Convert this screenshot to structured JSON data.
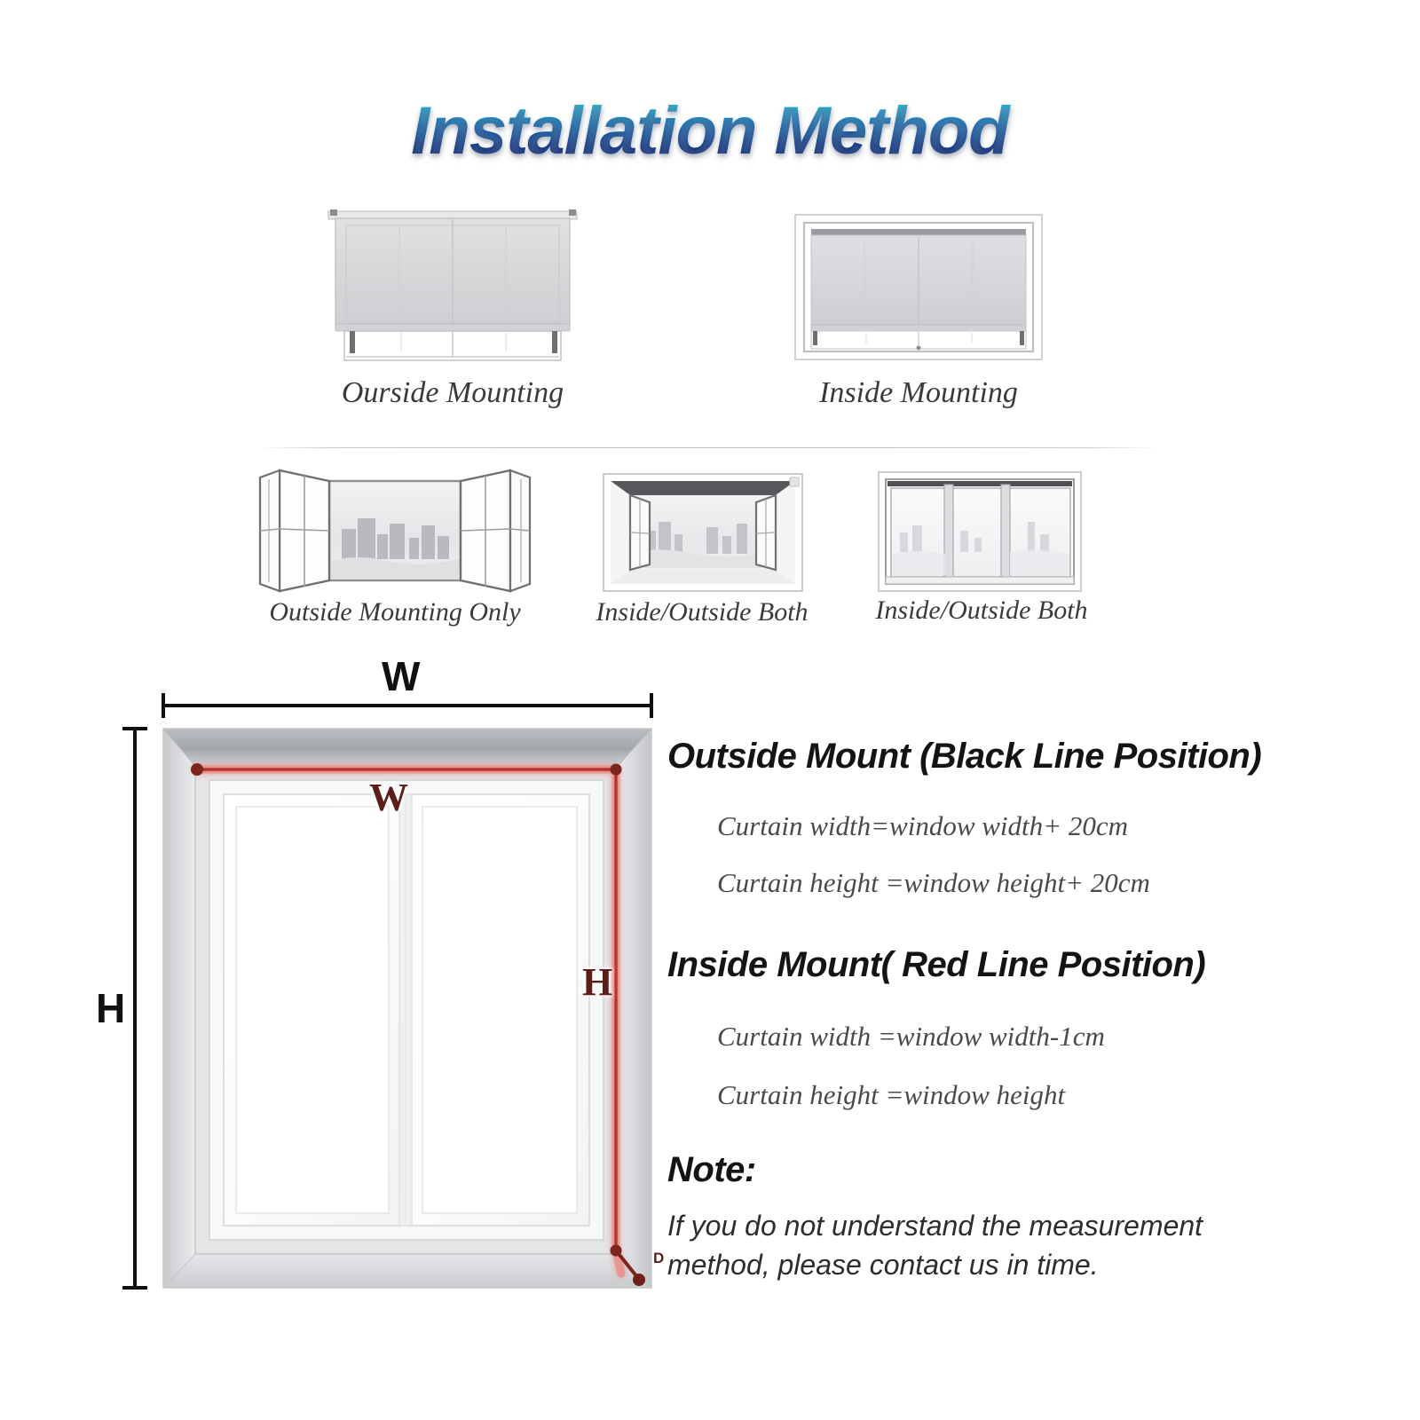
{
  "title": "Installation Method",
  "mounting_examples": {
    "row1": [
      {
        "icon": "roller-blind-outside-mount-illustration",
        "label": "Ourside Mounting"
      },
      {
        "icon": "roller-blind-inside-mount-illustration",
        "label": "Inside Mounting"
      }
    ],
    "row2": [
      {
        "icon": "bay-casement-window-illustration",
        "label": "Outside Mounting Only"
      },
      {
        "icon": "open-casement-window-illustration",
        "label": "Inside/Outside Both"
      },
      {
        "icon": "sliding-window-illustration",
        "label": "Inside/Outside Both"
      }
    ]
  },
  "diagram": {
    "width_label_outer": "W",
    "height_label_outer": "H",
    "width_label_inner": "W",
    "height_label_inner": "H",
    "corner_marker": "D",
    "colors": {
      "outer_line": "#111111",
      "inner_line": "#b5342c",
      "frame": "#d9dadc"
    }
  },
  "instructions": [
    {
      "heading": "Outside Mount (Black Line Position)",
      "lines": [
        "Curtain width=window width+ 20cm",
        "Curtain height =window height+ 20cm"
      ]
    },
    {
      "heading": "Inside Mount( Red Line Position)",
      "lines": [
        "Curtain width =window width-1cm",
        "Curtain height =window height"
      ]
    }
  ],
  "note": {
    "heading": "Note:",
    "body": "If you do not understand the measurement method, please contact us in time."
  }
}
